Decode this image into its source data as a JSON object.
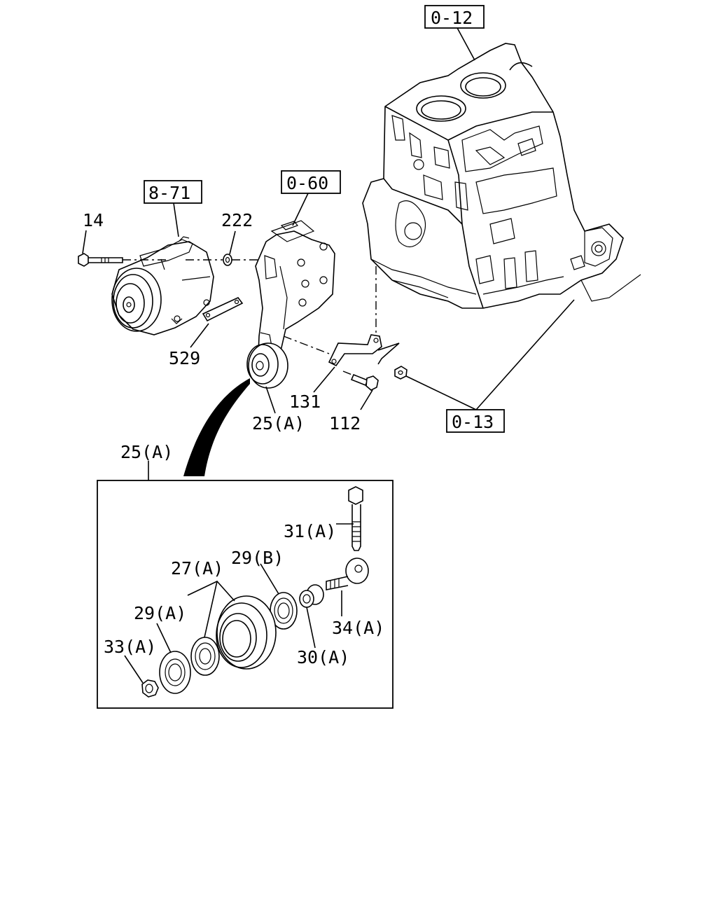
{
  "diagram": {
    "reference_labels": {
      "ref_0_12": "0-12",
      "ref_8_71": "8-71",
      "ref_0_60": "0-60",
      "ref_0_13": "0-13"
    },
    "part_labels": {
      "p14": "14",
      "p222": "222",
      "p529": "529",
      "p131": "131",
      "p112": "112",
      "p25a": "25(A)",
      "p25a_detail": "25(A)",
      "p31a": "31(A)",
      "p27a": "27(A)",
      "p29b": "29(B)",
      "p29a": "29(A)",
      "p34a": "34(A)",
      "p33a": "33(A)",
      "p30a": "30(A)"
    }
  }
}
